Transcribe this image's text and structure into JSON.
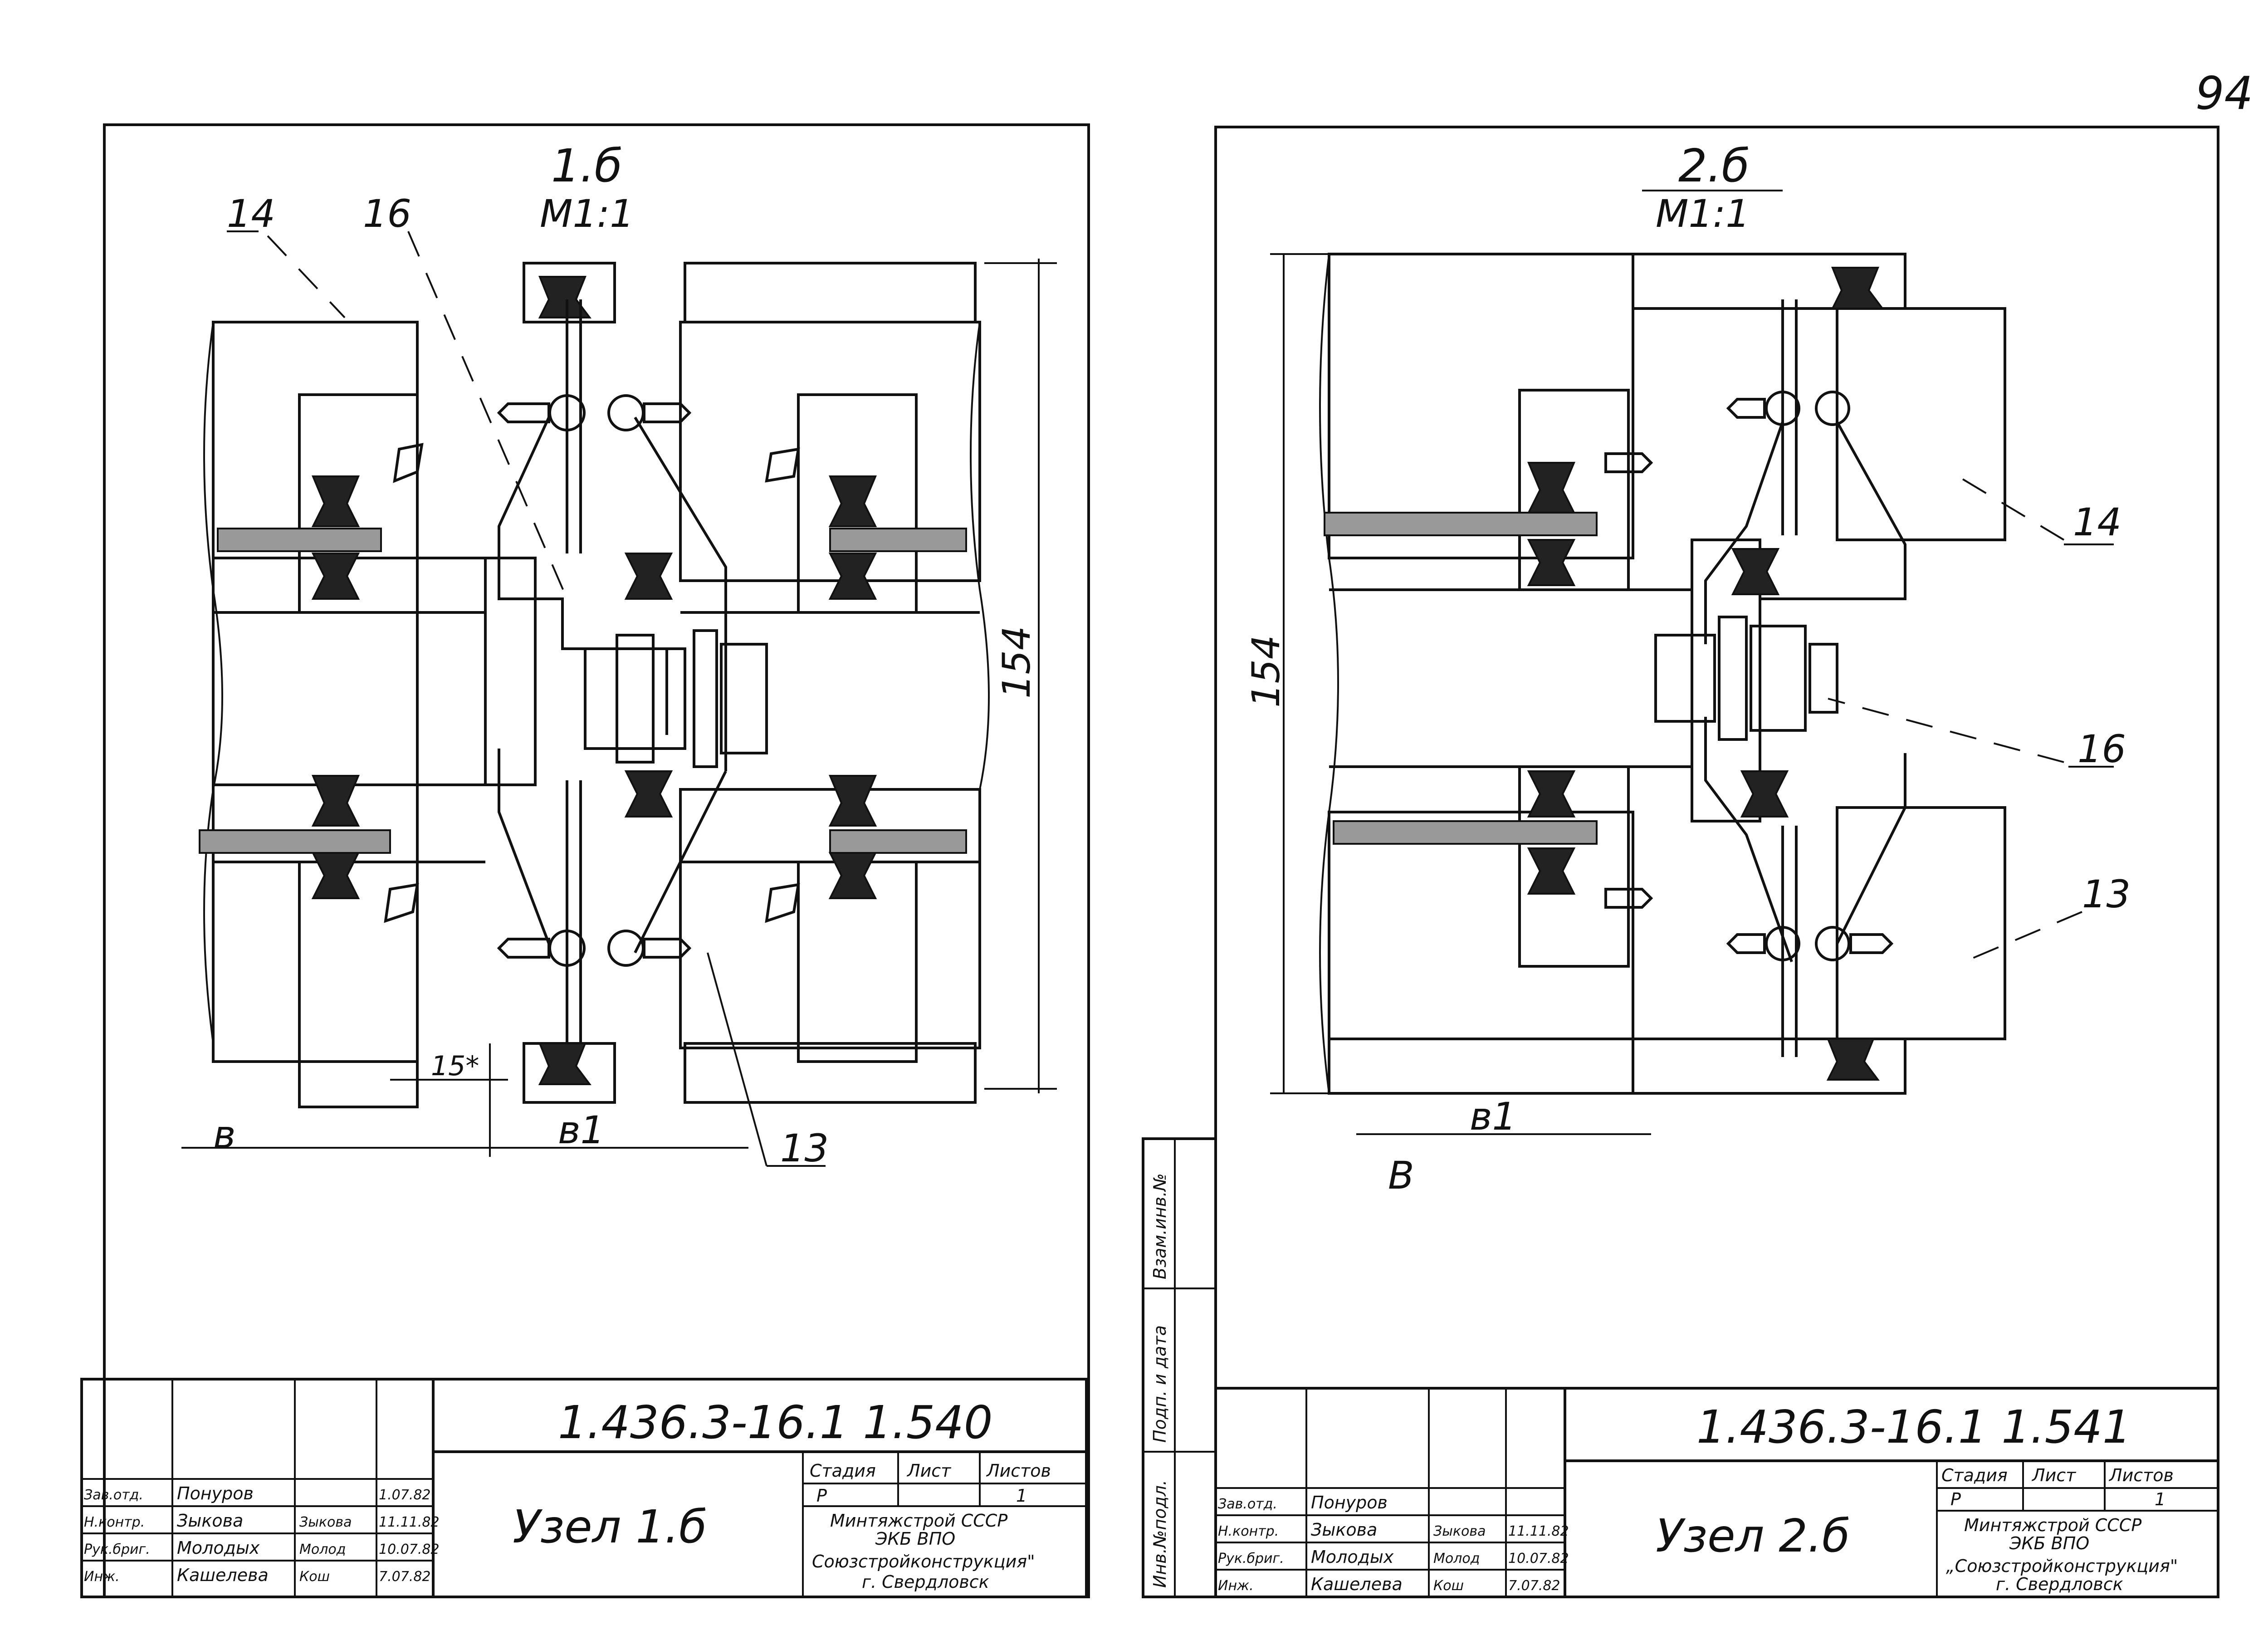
{
  "page_number": "94",
  "left_sheet": {
    "title": "1.б",
    "scale": "М1:1",
    "callouts": {
      "c14": "14",
      "c16": "16",
      "c13": "13"
    },
    "dimension_height": "154",
    "dimension_gap": "15*",
    "dim_b": "в",
    "dim_b1": "в1",
    "title_block": {
      "doc_code": "1.436.3-16.1 1.540",
      "node_name": "Узел 1.б",
      "stage_h": "Стадия",
      "sheet_h": "Лист",
      "sheets_h": "Листов",
      "stage": "Р",
      "sheet": "1",
      "org1": "Минтяжстрой СССР",
      "org2": "ЭКБ ВПО",
      "org3": "Союзстройконструкция\"",
      "org4": "г. Свердловск",
      "roles": [
        "Зав.отд.",
        "Н.контр.",
        "Рук.бриг.",
        "Инж."
      ],
      "names": [
        "Понуров",
        "Зыкова",
        "Молодых",
        "Кашелева"
      ],
      "signs": [
        "",
        "Зыкова",
        "Молод",
        "Кош"
      ],
      "dates": [
        "1.07.82",
        "11.11.82",
        "10.07.82",
        "7.07.82"
      ]
    }
  },
  "right_sheet": {
    "title": "2.б",
    "scale": "М1:1",
    "callouts": {
      "c14": "14",
      "c16": "16",
      "c13": "13"
    },
    "dimension_height": "154",
    "dim_b1": "в1",
    "dim_B": "В",
    "side_labels": [
      "Взам.инв.№",
      "Подп. и дата",
      "Инв.№подл."
    ],
    "title_block": {
      "doc_code": "1.436.3-16.1 1.541",
      "node_name": "Узел 2.б",
      "stage_h": "Стадия",
      "sheet_h": "Лист",
      "sheets_h": "Листов",
      "stage": "Р",
      "sheet": "1",
      "org1": "Минтяжстрой СССР",
      "org2": "ЭКБ ВПО",
      "org3": "„Союзстройконструкция\"",
      "org4": "г. Свердловск",
      "roles": [
        "Зав.отд.",
        "Н.контр.",
        "Рук.бриг.",
        "Инж."
      ],
      "names": [
        "Понуров",
        "Зыкова",
        "Молодых",
        "Кашелева"
      ],
      "signs": [
        "",
        "Зыкова",
        "Молод",
        "Кош"
      ],
      "dates": [
        "",
        "11.11.82",
        "10.07.82",
        "7.07.82"
      ]
    }
  }
}
